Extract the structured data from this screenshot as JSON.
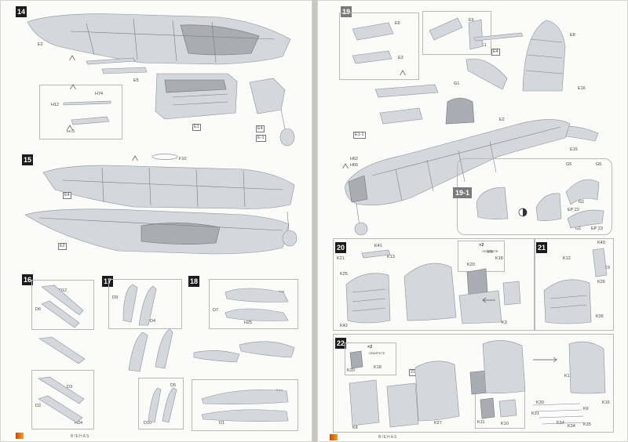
{
  "left_page": {
    "steps": [
      "14",
      "15",
      "16",
      "17",
      "18"
    ],
    "step14_labels": [
      "E2",
      "H12",
      "H74",
      "H75",
      "E5",
      "E1",
      "E4",
      "E-1"
    ],
    "step15_labels": [
      "F10",
      "E4",
      "E2"
    ],
    "step16_labels": [
      "D12",
      "D6",
      "D3",
      "D2",
      "H24"
    ],
    "step17_labels": [
      "D9",
      "D4",
      "D5",
      "D10"
    ],
    "step18_labels": [
      "D8",
      "D7",
      "H25",
      "D11",
      "D1"
    ],
    "footer": "BIEHAS"
  },
  "right_page": {
    "steps": [
      "19",
      "19-1",
      "20",
      "21",
      "22"
    ],
    "step19_labels": [
      "E6",
      "E3",
      "E5",
      "E1",
      "E4",
      "E8",
      "E16",
      "E15",
      "G1",
      "E2",
      "E1-1",
      "H62",
      "H66"
    ],
    "step19_1_labels": [
      "G5",
      "G6",
      "G1",
      "EP 22",
      "G1",
      "EP 23"
    ],
    "step20_labels": [
      "K41",
      "K21",
      "K13",
      "K25",
      "K6",
      "K18",
      "K20",
      "K42",
      "K3"
    ],
    "step20_note": "GRAPHITE",
    "step21_labels": [
      "K40",
      "K12",
      "K19",
      "K26",
      "K36"
    ],
    "step22_labels": [
      "K20",
      "K18",
      "K8",
      "K27",
      "K11",
      "K10",
      "K1",
      "K4",
      "K6",
      "K16",
      "K30",
      "K31",
      "K34",
      "K34",
      "K35"
    ],
    "step22_note": "GRAPHITE",
    "step22_box": "21",
    "multipliers": [
      "×2",
      "×2",
      "×2"
    ],
    "footer": "BIEHAS"
  }
}
